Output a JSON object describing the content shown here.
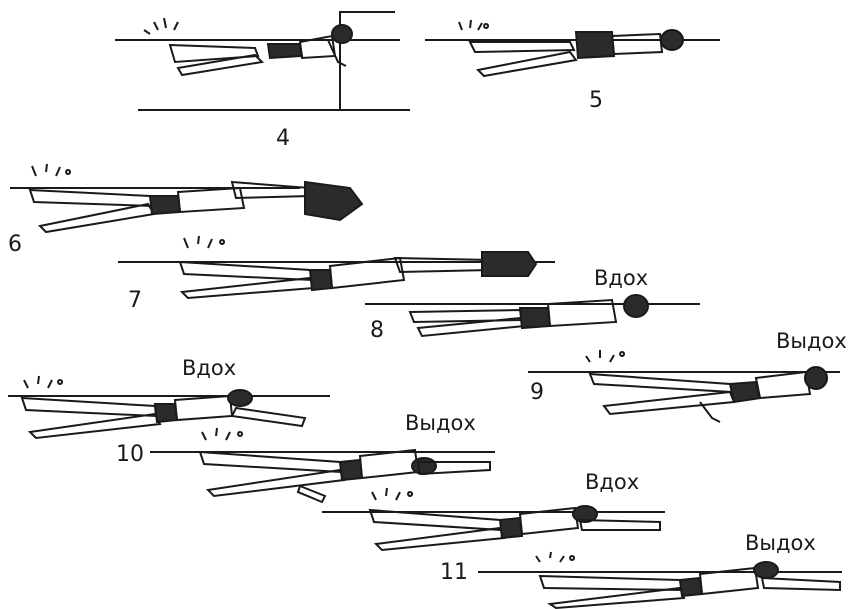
{
  "figure_numbers": [
    "4",
    "5",
    "6",
    "7",
    "8",
    "9",
    "10",
    "11"
  ],
  "breath_labels": {
    "inhale": "Вдох",
    "exhale": "Выдох"
  },
  "colors": {
    "ink": "#1a1a1a",
    "background": "#ffffff",
    "dark_fill": "#2b2b2b"
  }
}
